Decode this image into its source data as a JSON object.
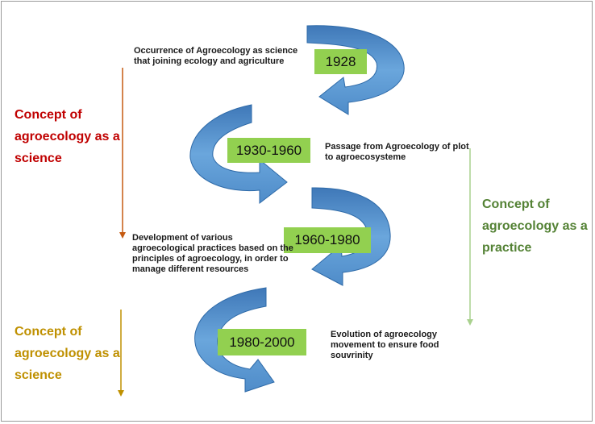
{
  "colors": {
    "arrow_fill": "#5b9bd5",
    "arrow_dark": "#2e6aa8",
    "year_box": "#92d050",
    "concept_science": "#c00000",
    "concept_practice": "#548235",
    "concept_science_2": "#bf9000",
    "side_arrow_left_top": "#c55a11",
    "side_arrow_right": "#a9d18e",
    "side_arrow_left_bottom": "#bf9000"
  },
  "concepts": [
    {
      "text": "Concept of agroecology as a science"
    },
    {
      "text": "Concept of agroecology as a practice"
    },
    {
      "text": "Concept of agroecology as a science"
    }
  ],
  "stages": [
    {
      "year": "1928",
      "description": "Occurrence of Agroecology as science that joining ecology and agriculture",
      "arrow_icon": "curved-arrow-icon"
    },
    {
      "year": "1930-1960",
      "description": "Passage from Agroecology of plot to agroecosysteme",
      "arrow_icon": "curved-arrow-icon"
    },
    {
      "year": "1960-1980",
      "description": "Development of various agroecological practices based on the principles of agroecology, in order to manage different resources",
      "arrow_icon": "curved-arrow-icon"
    },
    {
      "year": "1980-2000",
      "description": "Evolution of agroecology movement  to ensure food souvrinity",
      "arrow_icon": "curved-arrow-icon"
    }
  ]
}
